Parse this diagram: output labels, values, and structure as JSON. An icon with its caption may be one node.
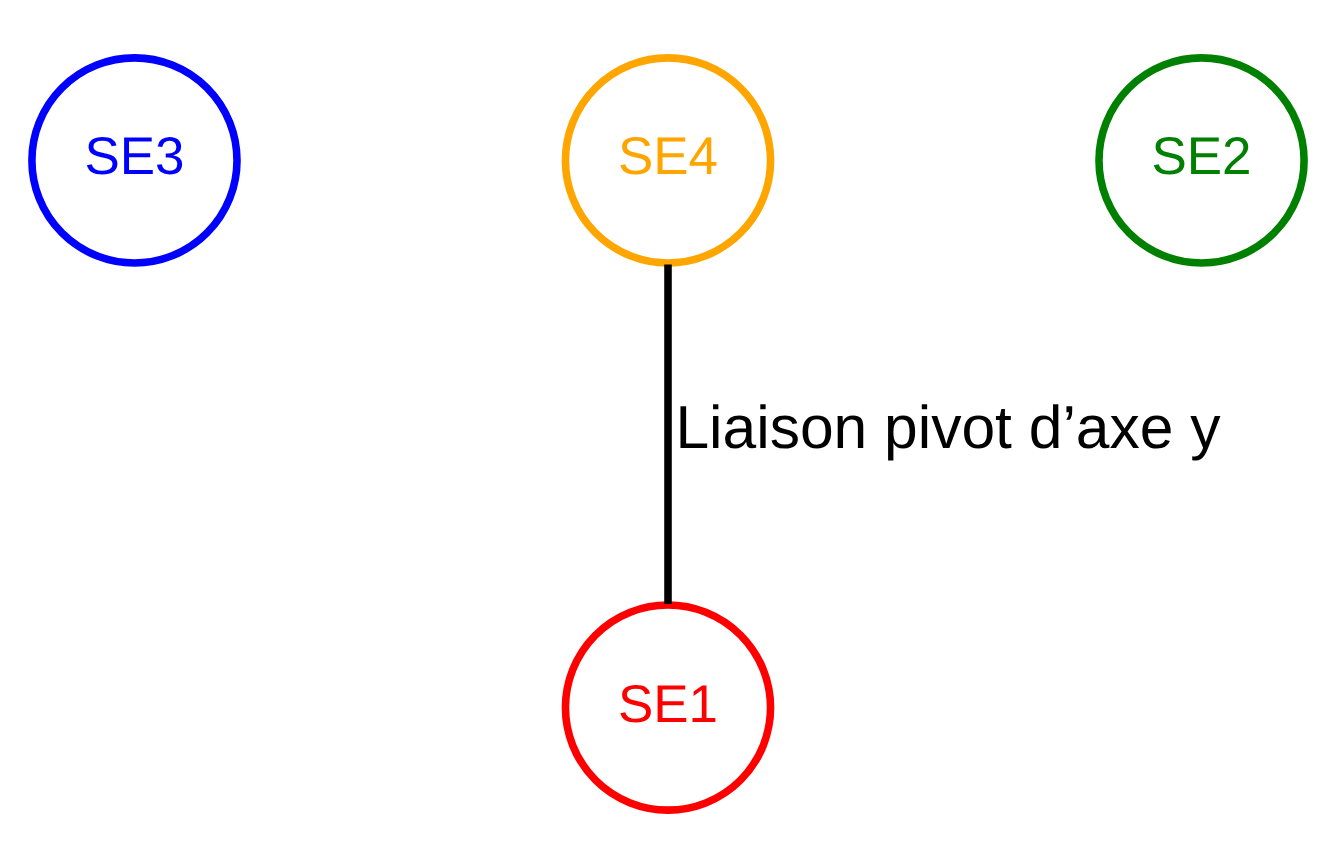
{
  "diagram": {
    "nodes": [
      {
        "text": [
          "SE3"
        ]
      },
      {
        "text": [
          "SE4"
        ]
      },
      {
        "text": [
          "SE2"
        ]
      },
      {
        "text": [
          "SE1"
        ]
      }
    ],
    "edges": [
      {
        "from": 1,
        "to": 3,
        "arrow": "none",
        "label": "Liaison pivot d’axe y"
      }
    ]
  }
}
